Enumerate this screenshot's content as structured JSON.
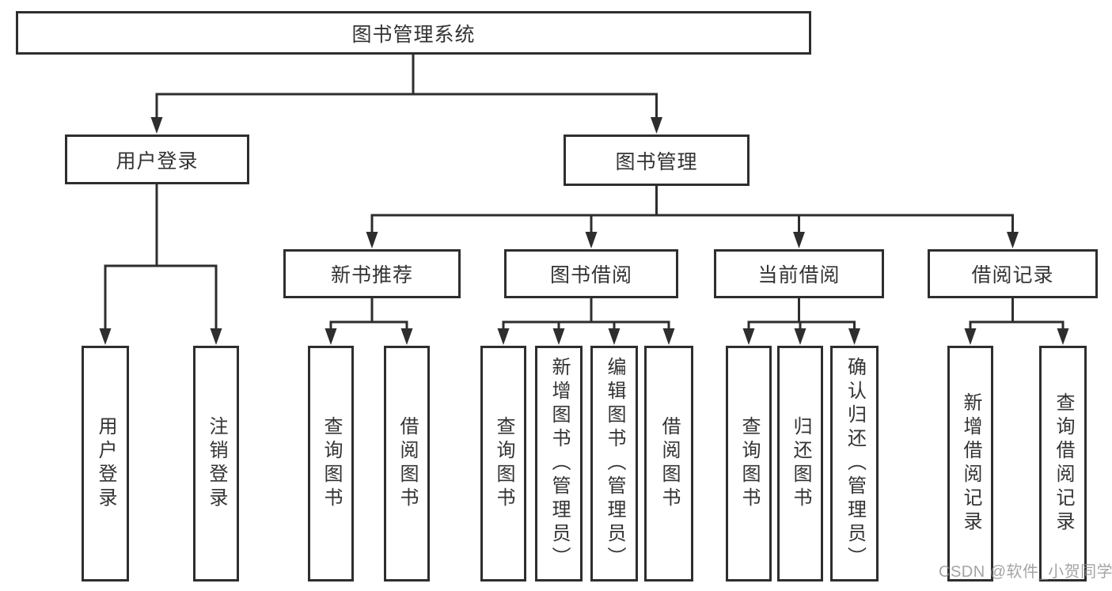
{
  "tree": {
    "label": "图书管理系统",
    "children": [
      {
        "label": "用户登录",
        "children": [
          {
            "label": "用户登录"
          },
          {
            "label": "注销登录"
          }
        ]
      },
      {
        "label": "图书管理",
        "children": [
          {
            "label": "新书推荐",
            "children": [
              {
                "label": "查询图书"
              },
              {
                "label": "借阅图书"
              }
            ]
          },
          {
            "label": "图书借阅",
            "children": [
              {
                "label": "查询图书"
              },
              {
                "label": "新增图书（管理员）"
              },
              {
                "label": "编辑图书（管理员）"
              },
              {
                "label": "借阅图书"
              }
            ]
          },
          {
            "label": "当前借阅",
            "children": [
              {
                "label": "查询图书"
              },
              {
                "label": "归还图书"
              },
              {
                "label": "确认归还（管理员）"
              }
            ]
          },
          {
            "label": "借阅记录",
            "children": [
              {
                "label": "新增借阅记录"
              },
              {
                "label": "查询借阅记录"
              }
            ]
          }
        ]
      }
    ]
  },
  "watermark": {
    "text": "CSDN @软件_小贺同学"
  },
  "colors": {
    "line": "#2e2e2e",
    "text": "#333333",
    "background": "#ffffff",
    "watermark": "#8a8a8a"
  }
}
